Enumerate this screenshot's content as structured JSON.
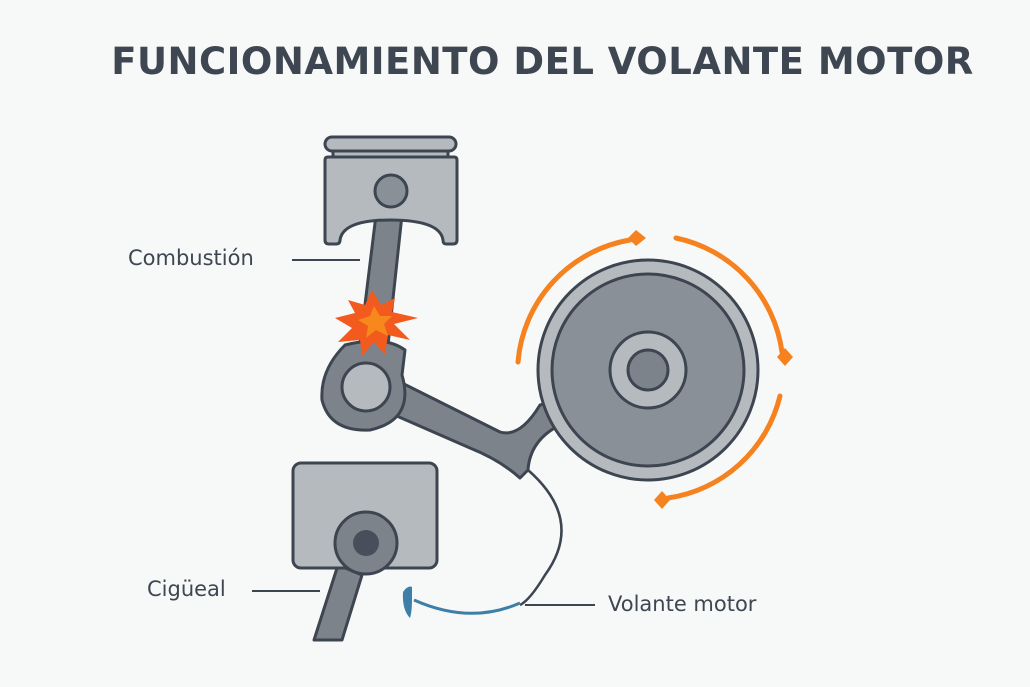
{
  "title": "FUNCIONAMIENTO DEL VOLANTE MOTOR",
  "labels": {
    "combustion": "Combustión",
    "crankshaft": "Cigüeal",
    "flywheel": "Volante motor"
  },
  "colors": {
    "outline": "#3d4550",
    "metal_light": "#b5babf",
    "metal_mid": "#7d838b",
    "rotation": "#f5821f",
    "explosion": "#f25a1e",
    "return_arrow": "#3d7fa8"
  }
}
